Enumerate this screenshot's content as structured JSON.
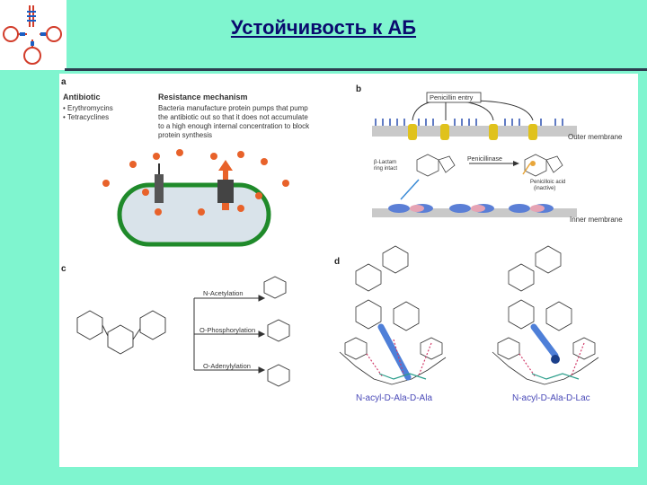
{
  "slide": {
    "title": "Устойчивость к АБ"
  },
  "panel_a": {
    "letter": "a",
    "antibiotic_header": "Antibiotic",
    "antibiotics": [
      "• Erythromycins",
      "• Tetracyclines"
    ],
    "mechanism_header": "Resistance mechanism",
    "mechanism_lines": [
      "Bacteria manufacture protein pumps that pump",
      "the antibiotic out so that it does not accumulate",
      "to a high enough internal concentration to block",
      "protein synthesis"
    ]
  },
  "panel_b": {
    "letter": "b",
    "penicillin_entry": "Penicillin entry",
    "outer_membrane": "Outer membrane",
    "inner_membrane": "Inner membrane",
    "beta_lactam": [
      "β-Lactam",
      "ring intact"
    ],
    "penicillinase": "Penicillinase",
    "penicilloic": [
      "Penicilloic acid",
      "(inactive)"
    ]
  },
  "panel_c": {
    "letter": "c",
    "reactions": [
      "N-Acetylation",
      "O-Phosphorylation",
      "O-Adenylylation"
    ]
  },
  "panel_d": {
    "letter": "d",
    "left_label": "N-acyl-D-Ala-D-Ala",
    "right_label": "N-acyl-D-Ala-D-Lac"
  },
  "colors": {
    "background": "#7ff5cf",
    "title": "#0a0a6e",
    "cell_wall": "#1f8a2a",
    "cell_fill": "#d9e3ea",
    "antibiotic": "#e8622a",
    "membrane_blue": "#5b7fd6",
    "label_blue": "#4a4ab8"
  }
}
